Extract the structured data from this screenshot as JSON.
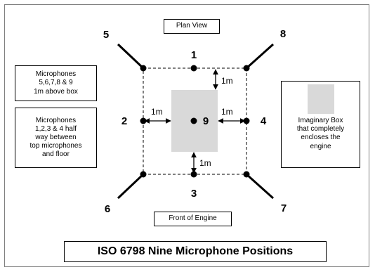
{
  "labels": {
    "plan_view": "Plan View",
    "front_of_engine": "Front of Engine",
    "title": "ISO 6798 Nine Microphone Positions",
    "note_upper": [
      "Microphones",
      "5,6,7,8 & 9",
      "1m above box"
    ],
    "note_lower": [
      "Microphones",
      "1,2,3 & 4 half",
      "way between",
      "top microphones",
      "and floor"
    ],
    "imaginary_box": [
      "Imaginary Box",
      "that completely",
      "encloses the",
      "engine"
    ]
  },
  "microphones": {
    "m1": "1",
    "m2": "2",
    "m3": "3",
    "m4": "4",
    "m5": "5",
    "m6": "6",
    "m7": "7",
    "m8": "8",
    "m9": "9"
  },
  "dimensions": {
    "top": "1m",
    "left": "1m",
    "right": "1m",
    "bottom": "1m"
  },
  "colors": {
    "engine_box": "#d9d9d9",
    "frame": "#7f7f7f",
    "ink": "#000000"
  }
}
